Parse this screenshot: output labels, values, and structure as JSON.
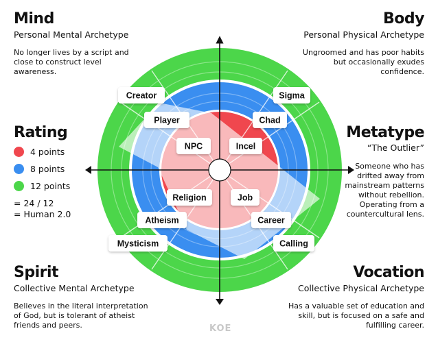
{
  "corners": {
    "mind": {
      "title": "Mind",
      "subtitle": "Personal Mental Archetype",
      "desc": [
        "No longer lives by a script and",
        "close to construct level",
        "awareness."
      ]
    },
    "body": {
      "title": "Body",
      "subtitle": "Personal Physical Archetype",
      "desc": [
        "Ungroomed and has poor habits",
        "but occasionally exudes",
        "confidence."
      ]
    },
    "spirit": {
      "title": "Spirit",
      "subtitle": "Collective Mental Archetype",
      "desc": [
        "Believes in the literal interpretation",
        "of God, but is tolerant of atheist",
        "friends and peers."
      ]
    },
    "vocation": {
      "title": "Vocation",
      "subtitle": "Collective Physical Archetype",
      "desc": [
        "Has a valuable set of education and",
        "skill, but is focused on a safe and",
        "fulfilling career."
      ]
    }
  },
  "rating": {
    "title": "Rating",
    "items": [
      {
        "label": "4 points",
        "color": "#f0474e"
      },
      {
        "label": "8 points",
        "color": "#3a8ef0"
      },
      {
        "label": "12 points",
        "color": "#4cd64a"
      }
    ],
    "total": "= 24 / 12",
    "result": "= Human 2.0"
  },
  "metatype": {
    "title": "Metatype",
    "name": "“The Outlier”",
    "desc": [
      "Someone who has",
      "drifted away from",
      "mainstream patterns",
      "without rebellion.",
      "Operating from a",
      "countercultural lens."
    ]
  },
  "labels": {
    "creator": "Creator",
    "player": "Player",
    "npc": "NPC",
    "sigma": "Sigma",
    "chad": "Chad",
    "incel": "Incel",
    "mysticism": "Mysticism",
    "atheism": "Atheism",
    "religion": "Religion",
    "calling": "Calling",
    "career": "Career",
    "job": "Job"
  },
  "watermark": "KOE",
  "colors": {
    "green": "#4cd64a",
    "blue": "#3a8ef0",
    "red": "#f0474e",
    "ring_light": "#ffffff"
  }
}
